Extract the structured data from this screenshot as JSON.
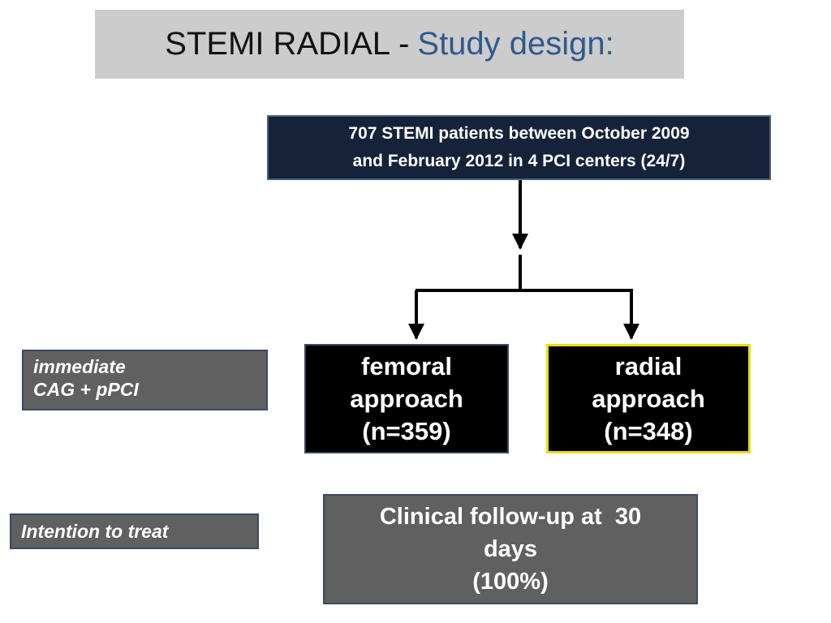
{
  "title": {
    "main": "STEMI RADIAL",
    "separator": "-",
    "accent": "Study design:"
  },
  "population": {
    "line1": "707 STEMI patients between October 2009",
    "line2": "and February 2012 in 4 PCI centers (24/7)"
  },
  "arms": {
    "femoral": {
      "line1": "femoral",
      "line2": "approach",
      "line3": "(n=359)"
    },
    "radial": {
      "line1": "radial",
      "line2": "approach",
      "line3": "(n=348)"
    }
  },
  "side_labels": {
    "procedure_line1": "immediate",
    "procedure_line2": "CAG + pPCI",
    "analysis": "Intention to treat"
  },
  "followup": {
    "line1": "Clinical follow-up at  30",
    "line2": "days",
    "line3": "(100%)"
  },
  "colors": {
    "title_background": "#cccccc",
    "title_accent": "#2e5a8c",
    "population_background": "#15223a",
    "arm_background": "#000000",
    "radial_highlight_border": "#e8e200",
    "grey_box": "#606060"
  }
}
